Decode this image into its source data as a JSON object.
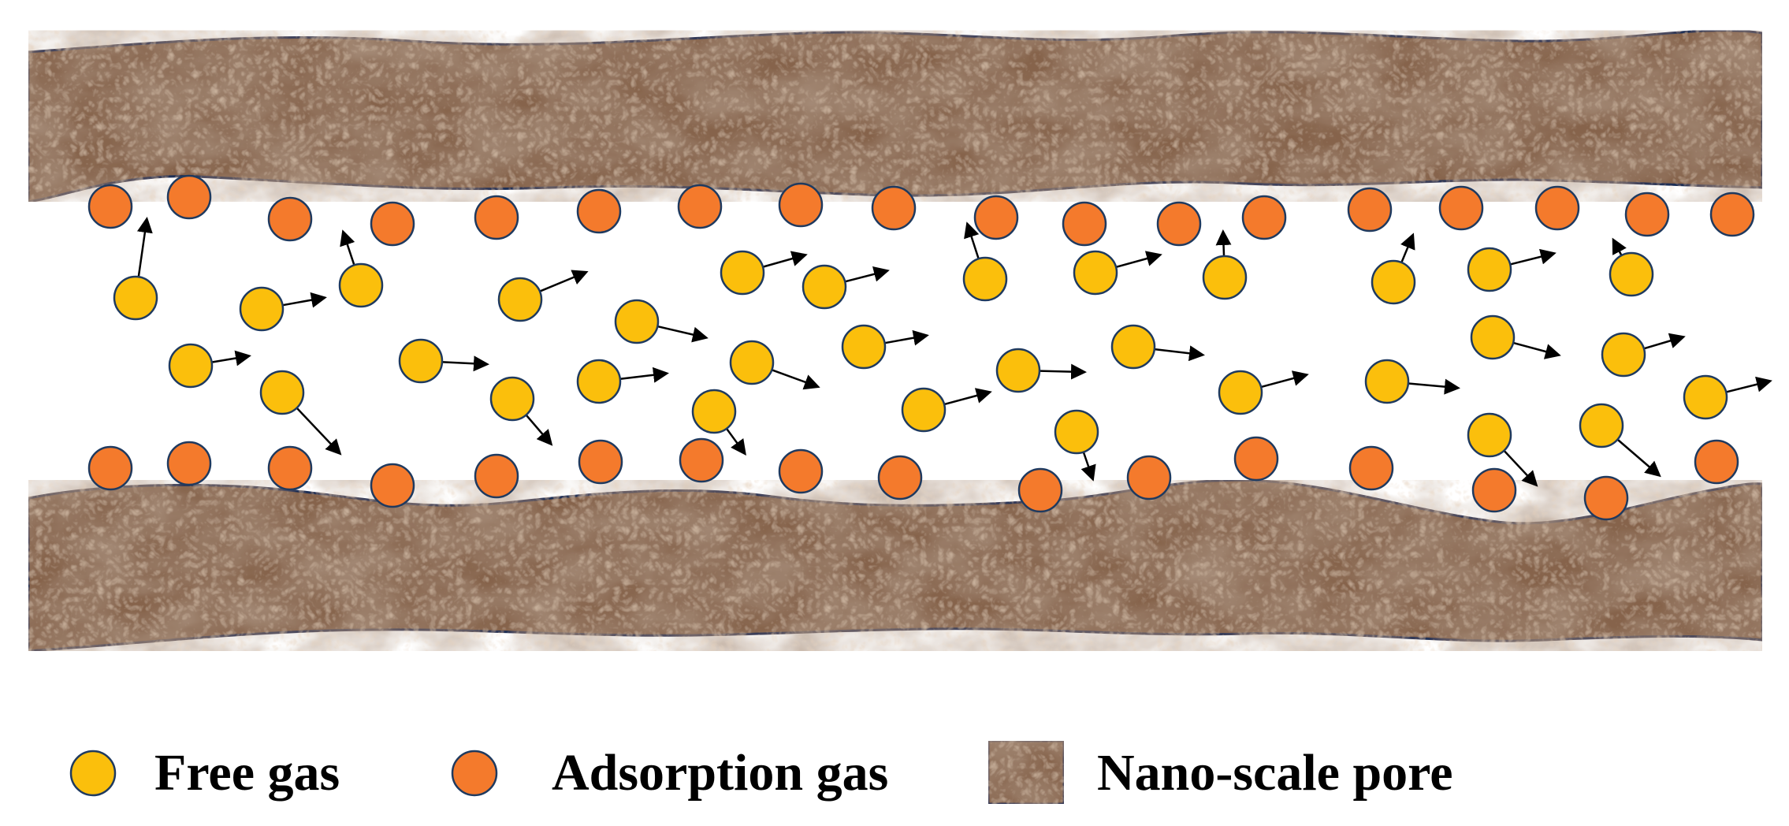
{
  "colors": {
    "free_gas_fill": "#fbbf0c",
    "adsorption_gas_fill": "#f47a2c",
    "particle_stroke": "#1f3a5f",
    "rock_base": "#86634b",
    "rock_outline": "#1c2f55",
    "arrow": "#000000",
    "background": "#ffffff"
  },
  "legend": {
    "free_gas": {
      "label": "Free gas",
      "icon": "free-gas-circle-icon"
    },
    "adsorption_gas": {
      "label": "Adsorption gas",
      "icon": "adsorption-gas-circle-icon"
    },
    "nano_pore": {
      "label": "Nano-scale pore",
      "icon": "rock-texture-swatch-icon"
    }
  }
}
